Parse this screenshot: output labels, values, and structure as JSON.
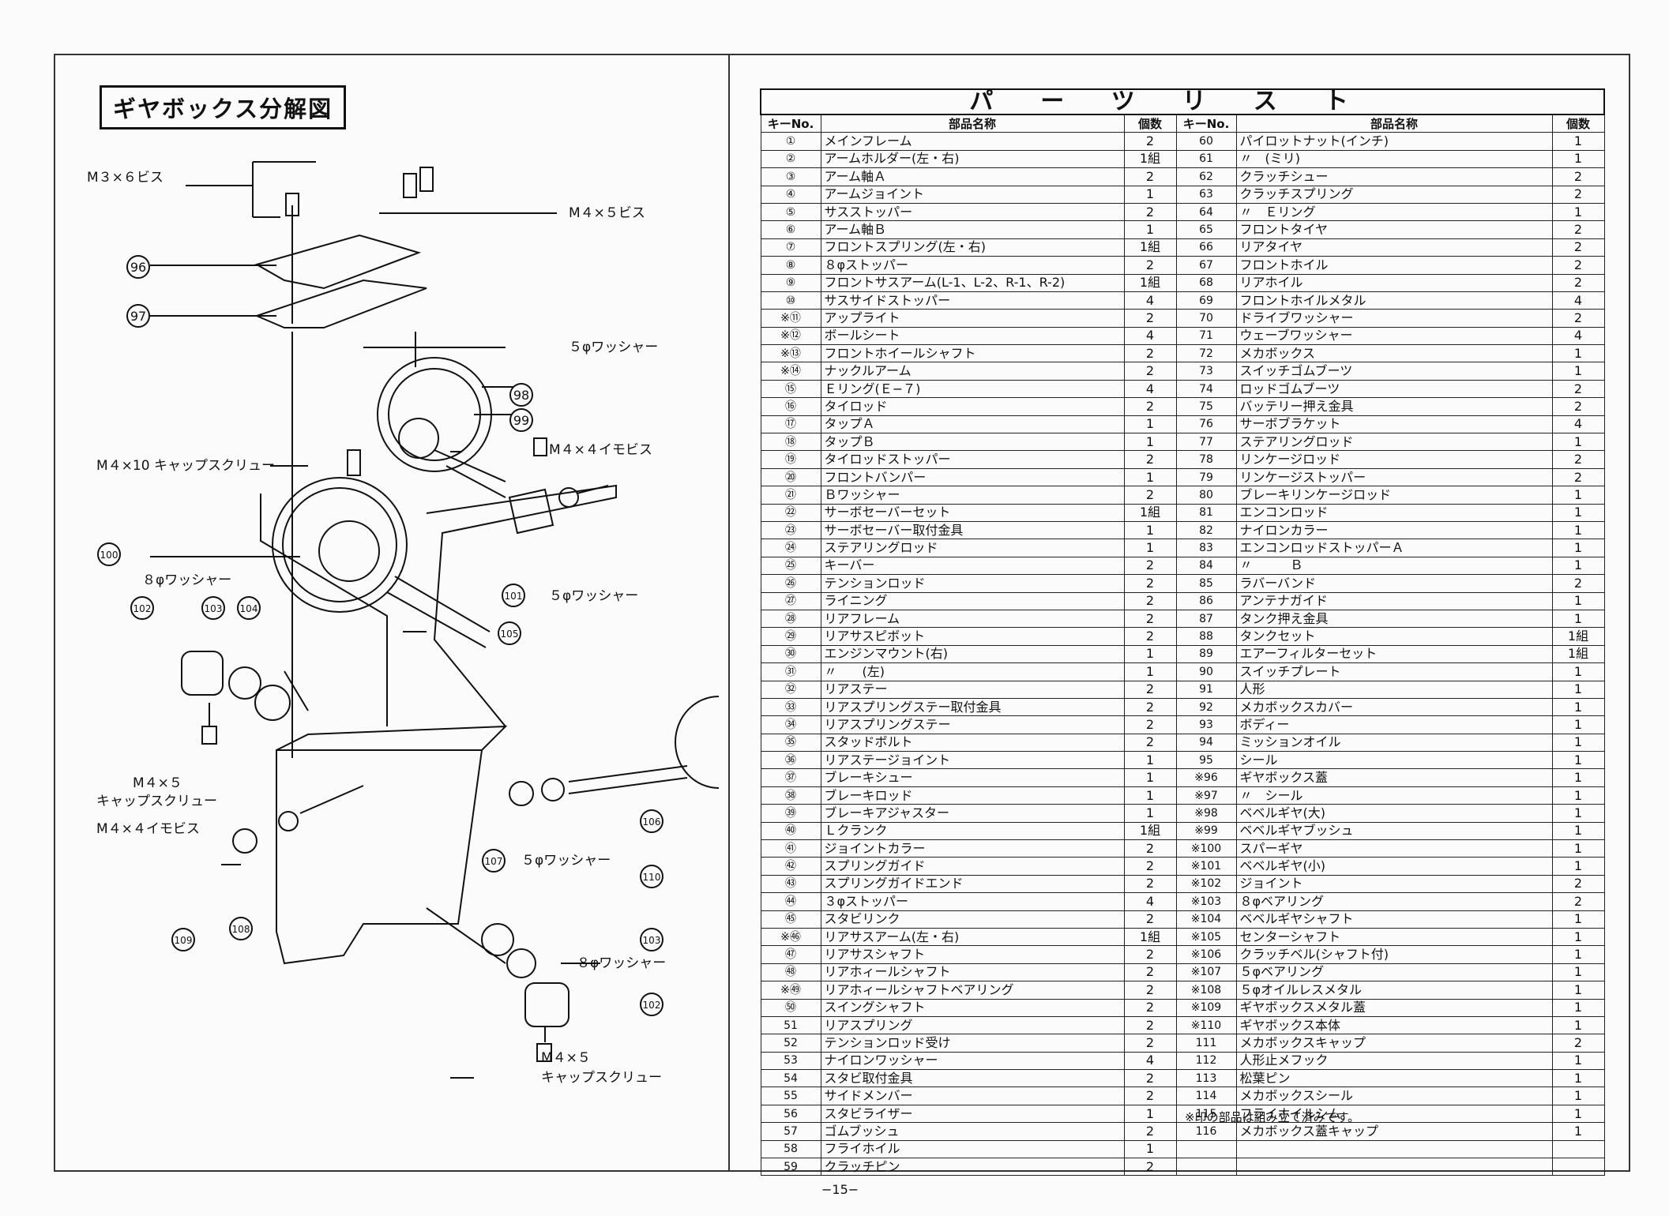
{
  "diagram": {
    "title": "ギヤボックス分解図",
    "labels": {
      "m3x6": "M３×６ビス",
      "m4x5": "M４×５ビス",
      "washer5a": "５φワッシャー",
      "m4x4a": "M４×４イモビス",
      "m4x10": "M４×10 キャップスクリュー",
      "washer8a": "８φワッシャー",
      "washer5b": "５φワッシャー",
      "m4x5cap_a1": "M４×５",
      "m4x5cap_a2": "キャップスクリュー",
      "m4x4b": "M４×４イモビス",
      "washer5c": "５φワッシャー",
      "washer8b": "８φワッシャー",
      "m4x5cap_b1": "M４×５",
      "m4x5cap_b2": "キャップスクリュー"
    },
    "callouts": {
      "c96": "96",
      "c97": "97",
      "c98": "98",
      "c99": "99",
      "c100": "100",
      "c101": "101",
      "c102a": "102",
      "c103a": "103",
      "c104": "104",
      "c105": "105",
      "c106": "106",
      "c107": "107",
      "c110": "110",
      "c103b": "103",
      "c102b": "102",
      "c109": "109",
      "c108": "108"
    }
  },
  "parts_list": {
    "title": "パーツリスト",
    "headers": {
      "key": "キーNo.",
      "name": "部品名称",
      "qty": "個数"
    },
    "left": [
      {
        "key": "①",
        "name": "メインフレーム",
        "qty": "2"
      },
      {
        "key": "②",
        "name": "アームホルダー(左・右)",
        "qty": "1組"
      },
      {
        "key": "③",
        "name": "アーム軸Ａ",
        "qty": "2"
      },
      {
        "key": "④",
        "name": "アームジョイント",
        "qty": "1"
      },
      {
        "key": "⑤",
        "name": "サスストッパー",
        "qty": "2"
      },
      {
        "key": "⑥",
        "name": "アーム軸Ｂ",
        "qty": "1"
      },
      {
        "key": "⑦",
        "name": "フロントスプリング(左・右)",
        "qty": "1組"
      },
      {
        "key": "⑧",
        "name": "８φストッパー",
        "qty": "2"
      },
      {
        "key": "⑨",
        "name": "フロントサスアーム(L-1、L-2、R-1、R-2)",
        "qty": "1組"
      },
      {
        "key": "⑩",
        "name": "サスサイドストッパー",
        "qty": "4"
      },
      {
        "key": "※⑪",
        "name": "アップライト",
        "qty": "2"
      },
      {
        "key": "※⑫",
        "name": "ボールシート",
        "qty": "4"
      },
      {
        "key": "※⑬",
        "name": "フロントホイールシャフト",
        "qty": "2"
      },
      {
        "key": "※⑭",
        "name": "ナックルアーム",
        "qty": "2"
      },
      {
        "key": "⑮",
        "name": "Ｅリング(Ｅ−７)",
        "qty": "4"
      },
      {
        "key": "⑯",
        "name": "タイロッド",
        "qty": "2"
      },
      {
        "key": "⑰",
        "name": "タップＡ",
        "qty": "1"
      },
      {
        "key": "⑱",
        "name": "タップＢ",
        "qty": "1"
      },
      {
        "key": "⑲",
        "name": "タイロッドストッパー",
        "qty": "2"
      },
      {
        "key": "⑳",
        "name": "フロントバンパー",
        "qty": "1"
      },
      {
        "key": "㉑",
        "name": "Ｂワッシャー",
        "qty": "2"
      },
      {
        "key": "㉒",
        "name": "サーボセーバーセット",
        "qty": "1組"
      },
      {
        "key": "㉓",
        "name": "サーボセーバー取付金具",
        "qty": "1"
      },
      {
        "key": "㉔",
        "name": "ステアリングロッド",
        "qty": "1"
      },
      {
        "key": "㉕",
        "name": "キーバー",
        "qty": "2"
      },
      {
        "key": "㉖",
        "name": "テンションロッド",
        "qty": "2"
      },
      {
        "key": "㉗",
        "name": "ライニング",
        "qty": "2"
      },
      {
        "key": "㉘",
        "name": "リアフレーム",
        "qty": "2"
      },
      {
        "key": "㉙",
        "name": "リアサスピボット",
        "qty": "2"
      },
      {
        "key": "㉚",
        "name": "エンジンマウント(右)",
        "qty": "1"
      },
      {
        "key": "㉛",
        "name": "〃　　(左)",
        "qty": "1"
      },
      {
        "key": "㉜",
        "name": "リアステー",
        "qty": "2"
      },
      {
        "key": "㉝",
        "name": "リアスプリングステー取付金具",
        "qty": "2"
      },
      {
        "key": "㉞",
        "name": "リアスプリングステー",
        "qty": "2"
      },
      {
        "key": "㉟",
        "name": "スタッドボルト",
        "qty": "2"
      },
      {
        "key": "㊱",
        "name": "リアステージョイント",
        "qty": "1"
      },
      {
        "key": "㊲",
        "name": "ブレーキシュー",
        "qty": "1"
      },
      {
        "key": "㊳",
        "name": "ブレーキロッド",
        "qty": "1"
      },
      {
        "key": "㊴",
        "name": "ブレーキアジャスター",
        "qty": "1"
      },
      {
        "key": "㊵",
        "name": "Ｌクランク",
        "qty": "1組"
      },
      {
        "key": "㊶",
        "name": "ジョイントカラー",
        "qty": "2"
      },
      {
        "key": "㊷",
        "name": "スプリングガイド",
        "qty": "2"
      },
      {
        "key": "㊸",
        "name": "スプリングガイドエンド",
        "qty": "2"
      },
      {
        "key": "㊹",
        "name": "３φストッパー",
        "qty": "4"
      },
      {
        "key": "㊺",
        "name": "スタビリンク",
        "qty": "2"
      },
      {
        "key": "※㊻",
        "name": "リアサスアーム(左・右)",
        "qty": "1組"
      },
      {
        "key": "㊼",
        "name": "リアサスシャフト",
        "qty": "2"
      },
      {
        "key": "㊽",
        "name": "リアホィールシャフト",
        "qty": "2"
      },
      {
        "key": "※㊾",
        "name": "リアホィールシャフトベアリング",
        "qty": "2"
      },
      {
        "key": "㊿",
        "name": "スイングシャフト",
        "qty": "2"
      },
      {
        "key": "51",
        "name": "リアスプリング",
        "qty": "2"
      },
      {
        "key": "52",
        "name": "テンションロッド受け",
        "qty": "2"
      },
      {
        "key": "53",
        "name": "ナイロンワッシャー",
        "qty": "4"
      },
      {
        "key": "54",
        "name": "スタビ取付金具",
        "qty": "2"
      },
      {
        "key": "55",
        "name": "サイドメンバー",
        "qty": "2"
      },
      {
        "key": "56",
        "name": "スタビライザー",
        "qty": "1"
      },
      {
        "key": "57",
        "name": "ゴムブッシュ",
        "qty": "2"
      },
      {
        "key": "58",
        "name": "フライホイル",
        "qty": "1"
      },
      {
        "key": "59",
        "name": "クラッチピン",
        "qty": "2"
      }
    ],
    "right": [
      {
        "key": "60",
        "name": "パイロットナット(インチ)",
        "qty": "1"
      },
      {
        "key": "61",
        "name": "〃　(ミリ)",
        "qty": "1"
      },
      {
        "key": "62",
        "name": "クラッチシュー",
        "qty": "2"
      },
      {
        "key": "63",
        "name": "クラッチスプリング",
        "qty": "2"
      },
      {
        "key": "64",
        "name": "〃　Ｅリング",
        "qty": "1"
      },
      {
        "key": "65",
        "name": "フロントタイヤ",
        "qty": "2"
      },
      {
        "key": "66",
        "name": "リアタイヤ",
        "qty": "2"
      },
      {
        "key": "67",
        "name": "フロントホイル",
        "qty": "2"
      },
      {
        "key": "68",
        "name": "リアホイル",
        "qty": "2"
      },
      {
        "key": "69",
        "name": "フロントホイルメタル",
        "qty": "4"
      },
      {
        "key": "70",
        "name": "ドライブワッシャー",
        "qty": "2"
      },
      {
        "key": "71",
        "name": "ウェーブワッシャー",
        "qty": "4"
      },
      {
        "key": "72",
        "name": "メカボックス",
        "qty": "1"
      },
      {
        "key": "73",
        "name": "スイッチゴムブーツ",
        "qty": "1"
      },
      {
        "key": "74",
        "name": "ロッドゴムブーツ",
        "qty": "2"
      },
      {
        "key": "75",
        "name": "バッテリー押え金具",
        "qty": "2"
      },
      {
        "key": "76",
        "name": "サーボブラケット",
        "qty": "4"
      },
      {
        "key": "77",
        "name": "ステアリングロッド",
        "qty": "1"
      },
      {
        "key": "78",
        "name": "リンケージロッド",
        "qty": "2"
      },
      {
        "key": "79",
        "name": "リンケージストッパー",
        "qty": "2"
      },
      {
        "key": "80",
        "name": "ブレーキリンケージロッド",
        "qty": "1"
      },
      {
        "key": "81",
        "name": "エンコンロッド",
        "qty": "1"
      },
      {
        "key": "82",
        "name": "ナイロンカラー",
        "qty": "1"
      },
      {
        "key": "83",
        "name": "エンコンロッドストッパーＡ",
        "qty": "1"
      },
      {
        "key": "84",
        "name": "〃　　　Ｂ",
        "qty": "1"
      },
      {
        "key": "85",
        "name": "ラバーバンド",
        "qty": "2"
      },
      {
        "key": "86",
        "name": "アンテナガイド",
        "qty": "1"
      },
      {
        "key": "87",
        "name": "タンク押え金具",
        "qty": "1"
      },
      {
        "key": "88",
        "name": "タンクセット",
        "qty": "1組"
      },
      {
        "key": "89",
        "name": "エアーフィルターセット",
        "qty": "1組"
      },
      {
        "key": "90",
        "name": "スイッチプレート",
        "qty": "1"
      },
      {
        "key": "91",
        "name": "人形",
        "qty": "1"
      },
      {
        "key": "92",
        "name": "メカボックスカバー",
        "qty": "1"
      },
      {
        "key": "93",
        "name": "ボディー",
        "qty": "1"
      },
      {
        "key": "94",
        "name": "ミッションオイル",
        "qty": "1"
      },
      {
        "key": "95",
        "name": "シール",
        "qty": "1"
      },
      {
        "key": "※96",
        "name": "ギヤボックス蓋",
        "qty": "1"
      },
      {
        "key": "※97",
        "name": "〃　シール",
        "qty": "1"
      },
      {
        "key": "※98",
        "name": "ベベルギヤ(大)",
        "qty": "1"
      },
      {
        "key": "※99",
        "name": "ベベルギヤブッシュ",
        "qty": "1"
      },
      {
        "key": "※100",
        "name": "スパーギヤ",
        "qty": "1"
      },
      {
        "key": "※101",
        "name": "ベベルギヤ(小)",
        "qty": "1"
      },
      {
        "key": "※102",
        "name": "ジョイント",
        "qty": "2"
      },
      {
        "key": "※103",
        "name": "８φベアリング",
        "qty": "2"
      },
      {
        "key": "※104",
        "name": "ベベルギヤシャフト",
        "qty": "1"
      },
      {
        "key": "※105",
        "name": "センターシャフト",
        "qty": "1"
      },
      {
        "key": "※106",
        "name": "クラッチベル(シャフト付)",
        "qty": "1"
      },
      {
        "key": "※107",
        "name": "５φベアリング",
        "qty": "1"
      },
      {
        "key": "※108",
        "name": "５φオイルレスメタル",
        "qty": "1"
      },
      {
        "key": "※109",
        "name": "ギヤボックスメタル蓋",
        "qty": "1"
      },
      {
        "key": "※110",
        "name": "ギヤボックス本体",
        "qty": "1"
      },
      {
        "key": "111",
        "name": "メカボックスキャップ",
        "qty": "2"
      },
      {
        "key": "112",
        "name": "人形止メフック",
        "qty": "1"
      },
      {
        "key": "113",
        "name": "松葉ピン",
        "qty": "1"
      },
      {
        "key": "114",
        "name": "メカボックスシール",
        "qty": "1"
      },
      {
        "key": "115",
        "name": "フライホイルシム",
        "qty": "1"
      },
      {
        "key": "116",
        "name": "メカボックス蓋キャップ",
        "qty": "1"
      }
    ],
    "footnote": "※印の部品は組み立て済みです。"
  },
  "page_number": "−15−"
}
